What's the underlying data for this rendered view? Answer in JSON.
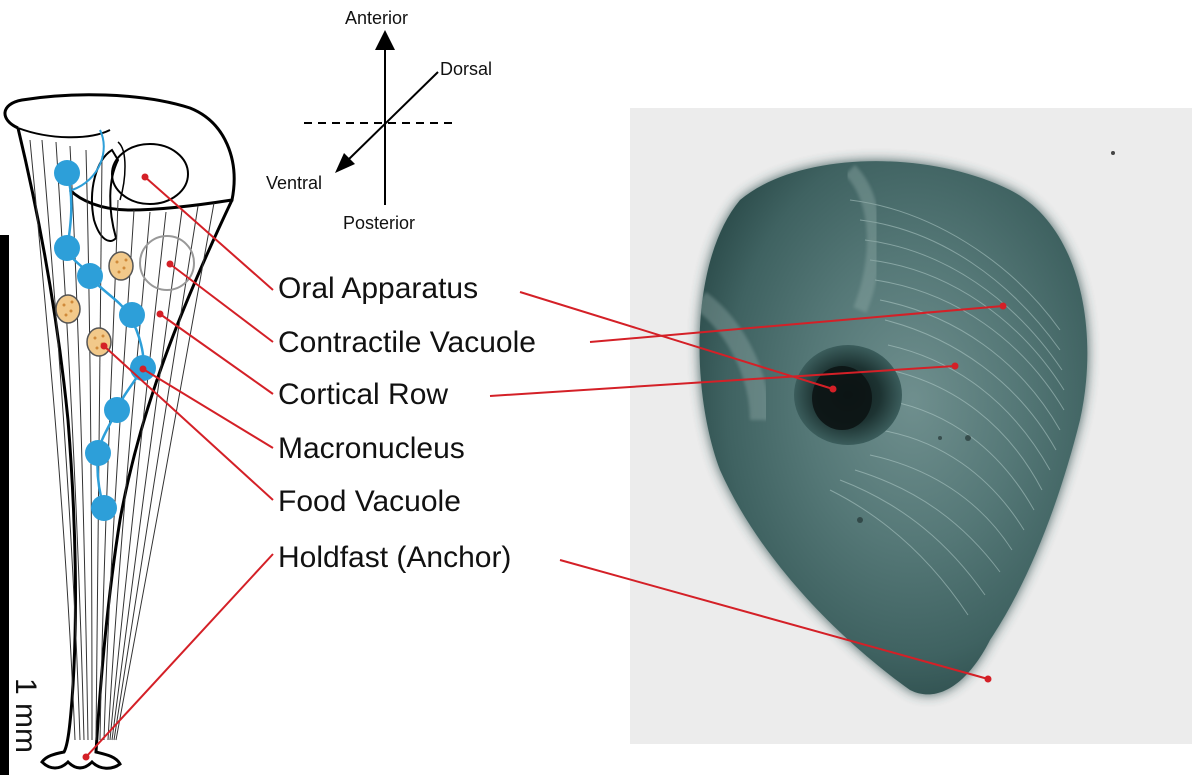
{
  "orientation": {
    "anterior": "Anterior",
    "posterior": "Posterior",
    "dorsal": "Dorsal",
    "ventral": "Ventral"
  },
  "labels": {
    "oral_apparatus": "Oral Apparatus",
    "contractile_vacuole": "Contractile Vacuole",
    "cortical_row": "Cortical Row",
    "macronucleus": "Macronucleus",
    "food_vacuole": "Food Vacuole",
    "holdfast": "Holdfast (Anchor)"
  },
  "scale_bar": {
    "text": "1 mm"
  },
  "colors": {
    "leader_line": "#d42027",
    "macronucleus": "#2d9fd9",
    "food_vacuole": "#f2c98a",
    "micrograph_body": "#2f4f4f",
    "micrograph_background": "#ececec"
  }
}
